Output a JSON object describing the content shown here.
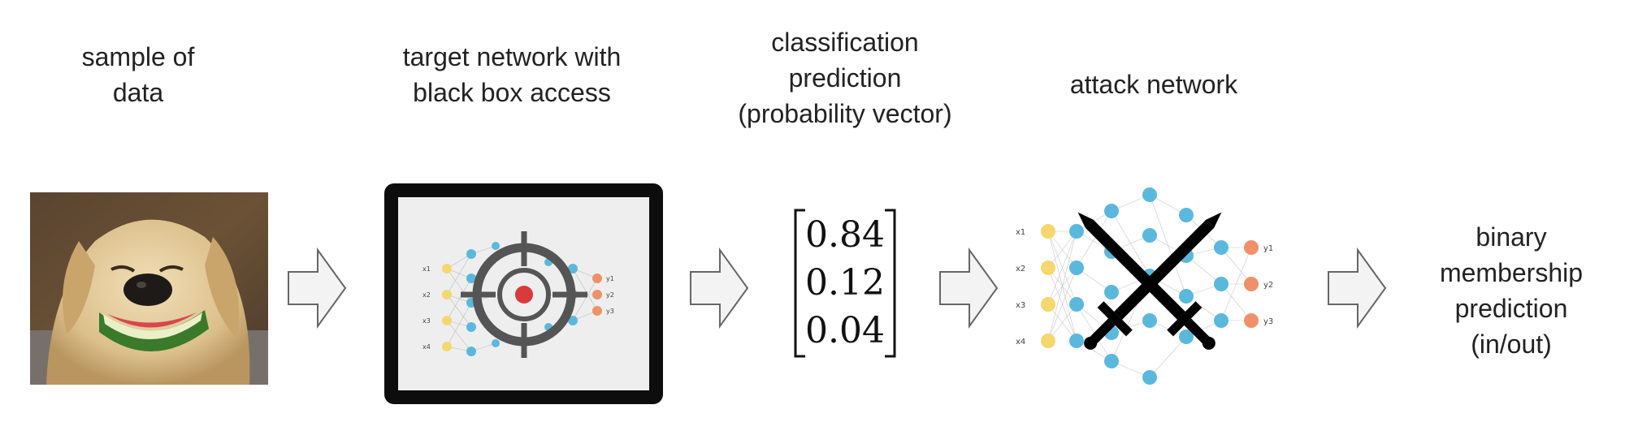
{
  "labels": {
    "sample": [
      "sample of",
      "data"
    ],
    "target": [
      "target network with",
      "black box access"
    ],
    "classification": [
      "classification",
      "prediction",
      "(probability vector)"
    ],
    "attack": [
      "attack network"
    ],
    "output": [
      "binary",
      "membership",
      "prediction",
      "(in/out)"
    ]
  },
  "probability_vector": [
    "0.84",
    "0.12",
    "0.04"
  ],
  "network_inputs": [
    "x1",
    "x2",
    "x3",
    "x4"
  ],
  "network_outputs": [
    "y1",
    "y2",
    "y3"
  ],
  "colors": {
    "input_node": "#f5d76e",
    "hidden_node": "#5bb8dd",
    "output_node": "#f0906a",
    "target_ring": "#555555",
    "target_center": "#d93a3a",
    "arrow_fill": "#f3f3f3",
    "arrow_stroke": "#666666"
  },
  "icons": [
    "dog-photo",
    "crosshair-icon",
    "crossed-swords-icon",
    "arrow-right-icon"
  ]
}
